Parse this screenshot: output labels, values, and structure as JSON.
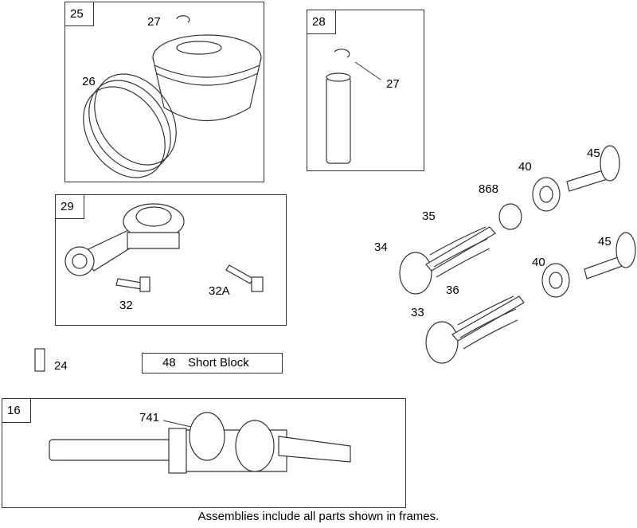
{
  "frames": {
    "piston": {
      "number": "25"
    },
    "pin": {
      "number": "28"
    },
    "rod": {
      "number": "29"
    },
    "crank": {
      "number": "16"
    }
  },
  "labels": {
    "piston": "26",
    "piston_clip": "27",
    "pin_clip": "27",
    "rod_bolt": "32",
    "rod_bolt_alt": "32A",
    "key": "24",
    "exhaust_valve": "34",
    "intake_valve": "33",
    "spring_top": "35",
    "spring_bottom": "36",
    "retainer": "868",
    "rotator_top": "40",
    "rotator_bottom": "40",
    "tappet_top": "45",
    "tappet_bottom": "45",
    "gear": "741"
  },
  "short_block": {
    "number": "48",
    "text": "Short Block"
  },
  "footer": "Assemblies include all parts shown in frames."
}
